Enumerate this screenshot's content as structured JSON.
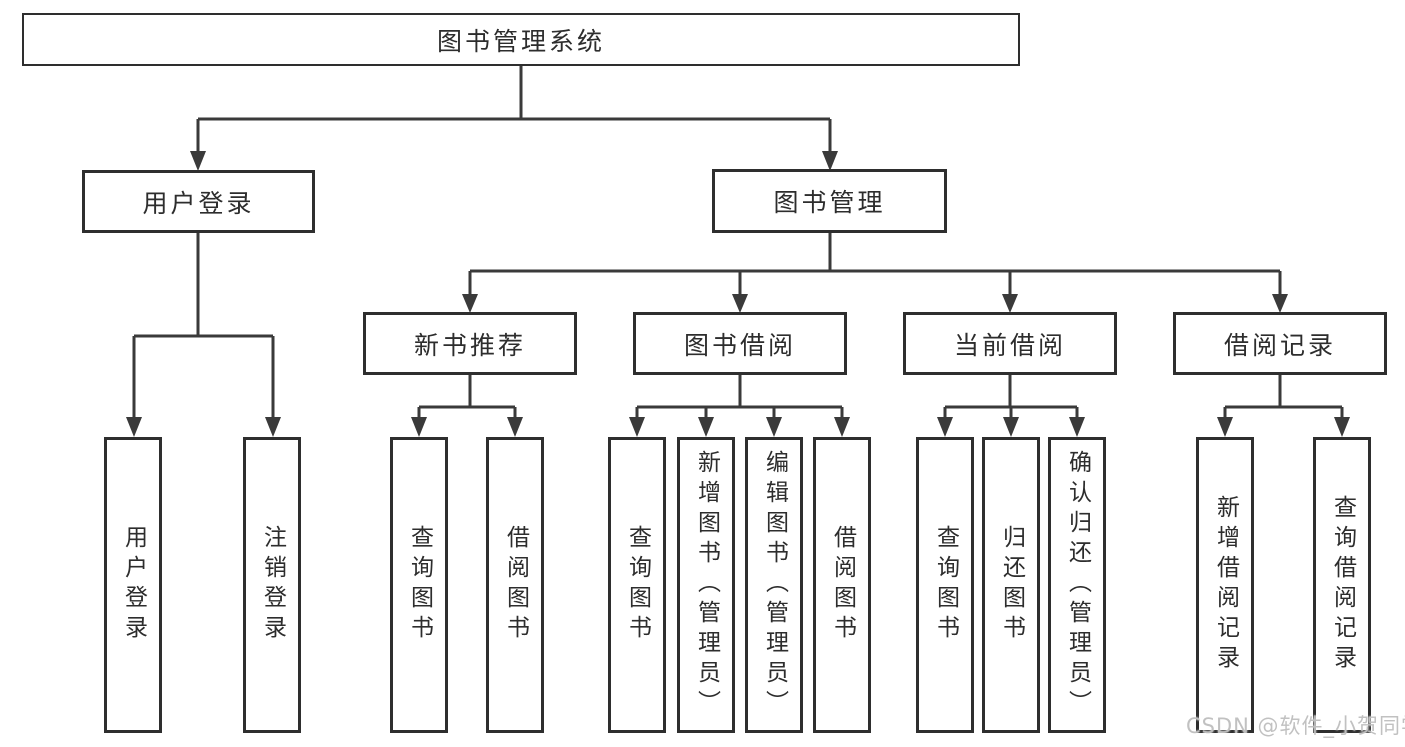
{
  "diagram_title": "图书管理系统",
  "colors": {
    "background": "#ffffff",
    "line": "#3a3a3a",
    "box_border": "#2e2e2e",
    "text": "#2d2d2d",
    "watermark": "#bebebe"
  },
  "watermark": "CSDN @软件_小贺同学",
  "tree": {
    "label": "图书管理系统",
    "children": [
      {
        "label": "用户登录",
        "children": [
          {
            "label": "用户登录"
          },
          {
            "label": "注销登录"
          }
        ]
      },
      {
        "label": "图书管理",
        "children": [
          {
            "label": "新书推荐",
            "children": [
              {
                "label": "查询图书"
              },
              {
                "label": "借阅图书"
              }
            ]
          },
          {
            "label": "图书借阅",
            "children": [
              {
                "label": "查询图书"
              },
              {
                "label": "新增图书（管理员）"
              },
              {
                "label": "编辑图书（管理员）"
              },
              {
                "label": "借阅图书"
              }
            ]
          },
          {
            "label": "当前借阅",
            "children": [
              {
                "label": "查询图书"
              },
              {
                "label": "归还图书"
              },
              {
                "label": "确认归还（管理员）"
              }
            ]
          },
          {
            "label": "借阅记录",
            "children": [
              {
                "label": "新增借阅记录"
              },
              {
                "label": "查询借阅记录"
              }
            ]
          }
        ]
      }
    ]
  }
}
